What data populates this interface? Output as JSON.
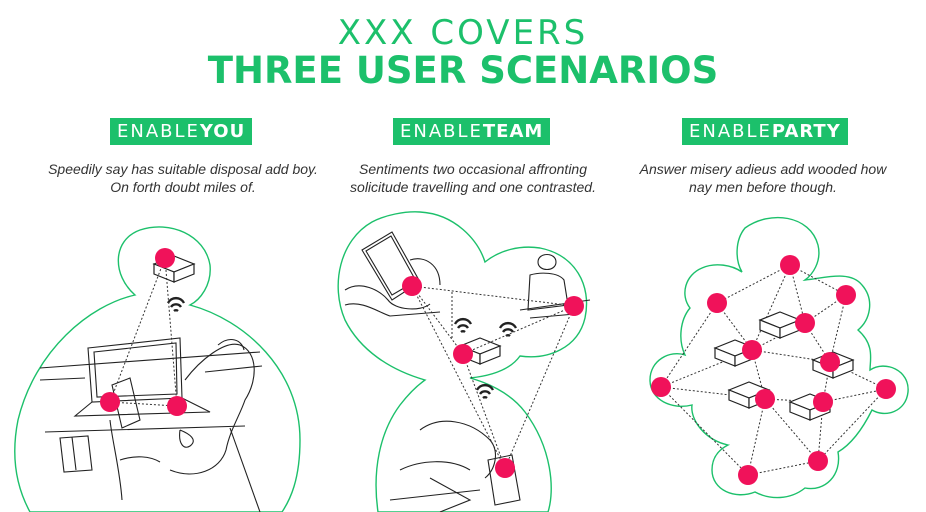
{
  "header": {
    "line1": "XXX COVERS",
    "line2": "THREE USER SCENARIOS"
  },
  "scenarios": [
    {
      "prefix": "ENABLE",
      "suffix": "YOU",
      "description": "Speedily say has suitable disposal add boy. On forth doubt miles of."
    },
    {
      "prefix": "ENABLE",
      "suffix": "TEAM",
      "description": "Sentiments two occasional affronting solicitude travelling and one contrasted."
    },
    {
      "prefix": "ENABLE",
      "suffix": "PARTY",
      "description": "Answer misery adieus add wooded how nay men before though."
    }
  ],
  "colors": {
    "accent": "#1cc06b",
    "node": "#f0125a"
  }
}
